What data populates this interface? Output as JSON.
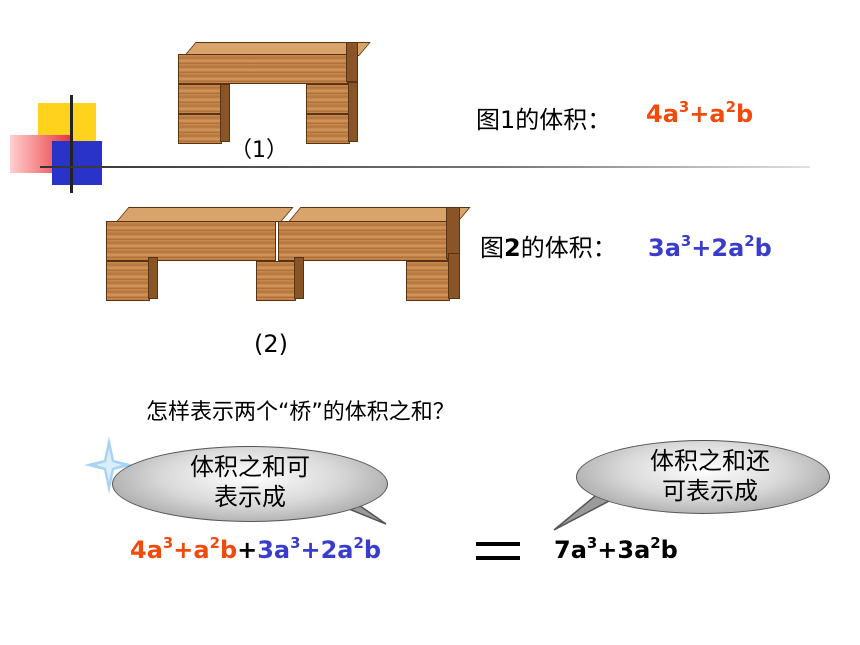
{
  "figure1": {
    "label": "（1）",
    "volume_label": "图1的体积：",
    "volume_expr": {
      "c1": "4a",
      "e1": "3",
      "op": "+a",
      "e2": "2",
      "tail": "b"
    }
  },
  "figure2": {
    "label": "(2)",
    "volume_label_pre": "图",
    "volume_label_num": "2",
    "volume_label_post": "的体积：",
    "volume_expr": {
      "c1": "3a",
      "e1": "3",
      "op": "+2a",
      "e2": "2",
      "tail": "b"
    }
  },
  "question": "怎样表示两个“桥”的体积之和？",
  "bubble_left": {
    "line1": "体积之和可",
    "line2": "表示成"
  },
  "bubble_right": {
    "line1": "体积之和还",
    "line2": "可表示成"
  },
  "sum_expr": {
    "part1": {
      "c1": "4a",
      "e1": "3",
      "op": "+a",
      "e2": "2",
      "tail": "b"
    },
    "plus": "+",
    "part2": {
      "c1": "3a",
      "e1": "3",
      "op": "+2a",
      "e2": "2",
      "tail": "b"
    }
  },
  "result_expr": {
    "c1": "7a",
    "e1": "3",
    "op": "+3a",
    "e2": "2",
    "tail": "b"
  },
  "colors": {
    "red": "#f04a0c",
    "blue": "#3a3ccc",
    "accent_yellow": "#ffd21e",
    "accent_blue": "#2a33c8",
    "accent_red": "#e8383c"
  }
}
